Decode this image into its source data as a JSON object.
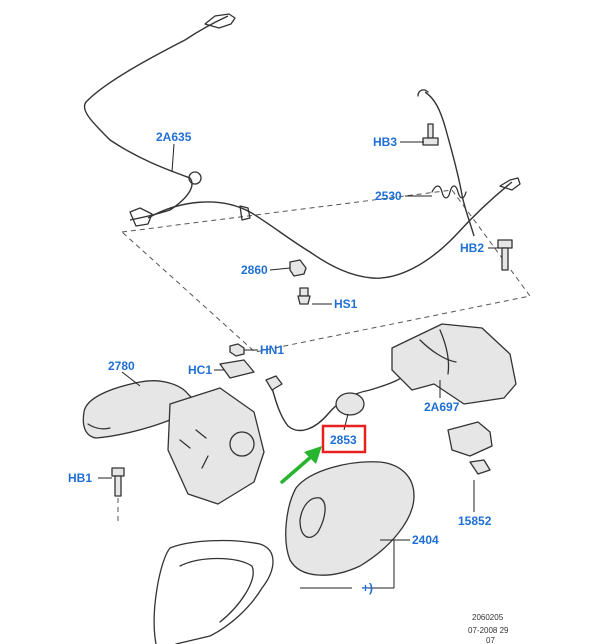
{
  "diagram": {
    "callouts": [
      {
        "key": "2a635",
        "text": "2A635"
      },
      {
        "key": "hb3",
        "text": "HB3"
      },
      {
        "key": "2530",
        "text": "2530"
      },
      {
        "key": "hb2",
        "text": "HB2"
      },
      {
        "key": "2860",
        "text": "2860"
      },
      {
        "key": "hs1",
        "text": "HS1"
      },
      {
        "key": "hn1",
        "text": "HN1"
      },
      {
        "key": "2780",
        "text": "2780"
      },
      {
        "key": "hc1",
        "text": "HC1"
      },
      {
        "key": "2a697",
        "text": "2A697"
      },
      {
        "key": "2853",
        "text": "2853"
      },
      {
        "key": "hb1",
        "text": "HB1"
      },
      {
        "key": "15852",
        "text": "15852"
      },
      {
        "key": "2404",
        "text": "2404"
      },
      {
        "key": "plus_ref",
        "text": "+)"
      }
    ],
    "highlight": {
      "callout": "2853",
      "box_color": "#e8201f",
      "arrow_color": "#27b52d"
    },
    "label_color": "#1f6fd6",
    "footer": {
      "line1": "2060205",
      "line2": "07-2008 29",
      "line3": "07"
    }
  }
}
